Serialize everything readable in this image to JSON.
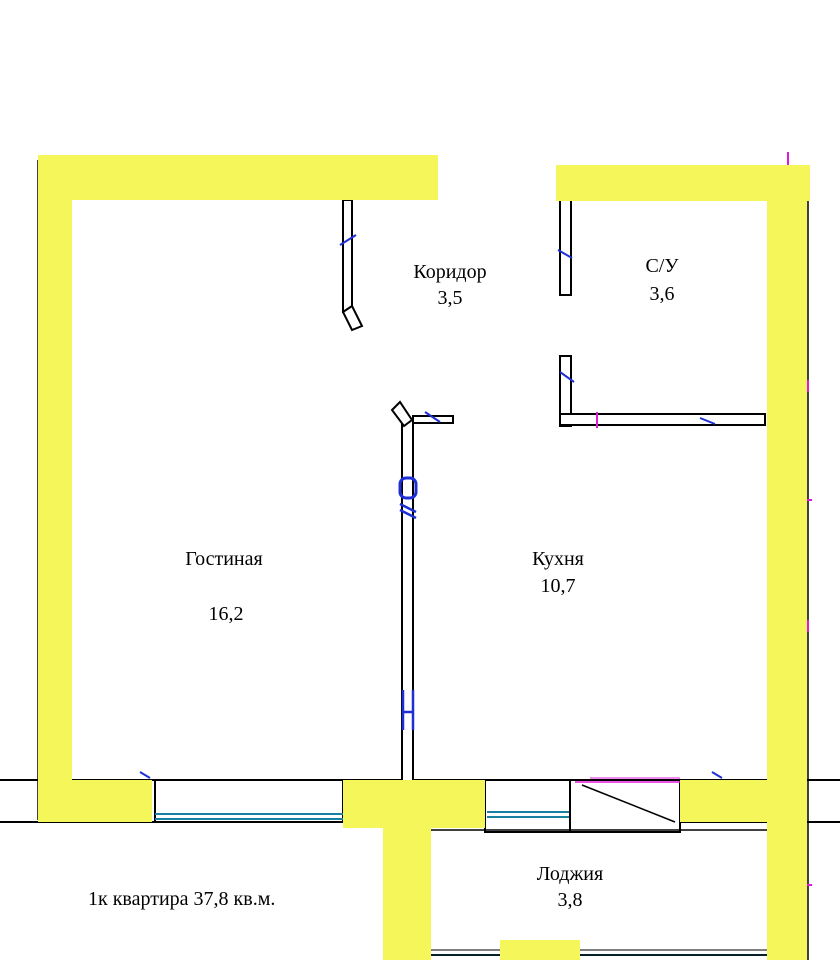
{
  "colors": {
    "wall": "#f4f65a",
    "window": "#1a7fa0",
    "dimension_blue": "#1e2fd6",
    "dimension_magenta": "#e01ad8",
    "line": "#000000"
  },
  "rooms": [
    {
      "name": "Коридор",
      "area": "3,5"
    },
    {
      "name": "С/У",
      "area": "3,6"
    },
    {
      "name": "Гостиная",
      "area": "16,2"
    },
    {
      "name": "Кухня",
      "area": "10,7"
    },
    {
      "name": "Лоджия",
      "area": "3,8"
    }
  ],
  "caption": "1к квартира 37,8 кв.м."
}
